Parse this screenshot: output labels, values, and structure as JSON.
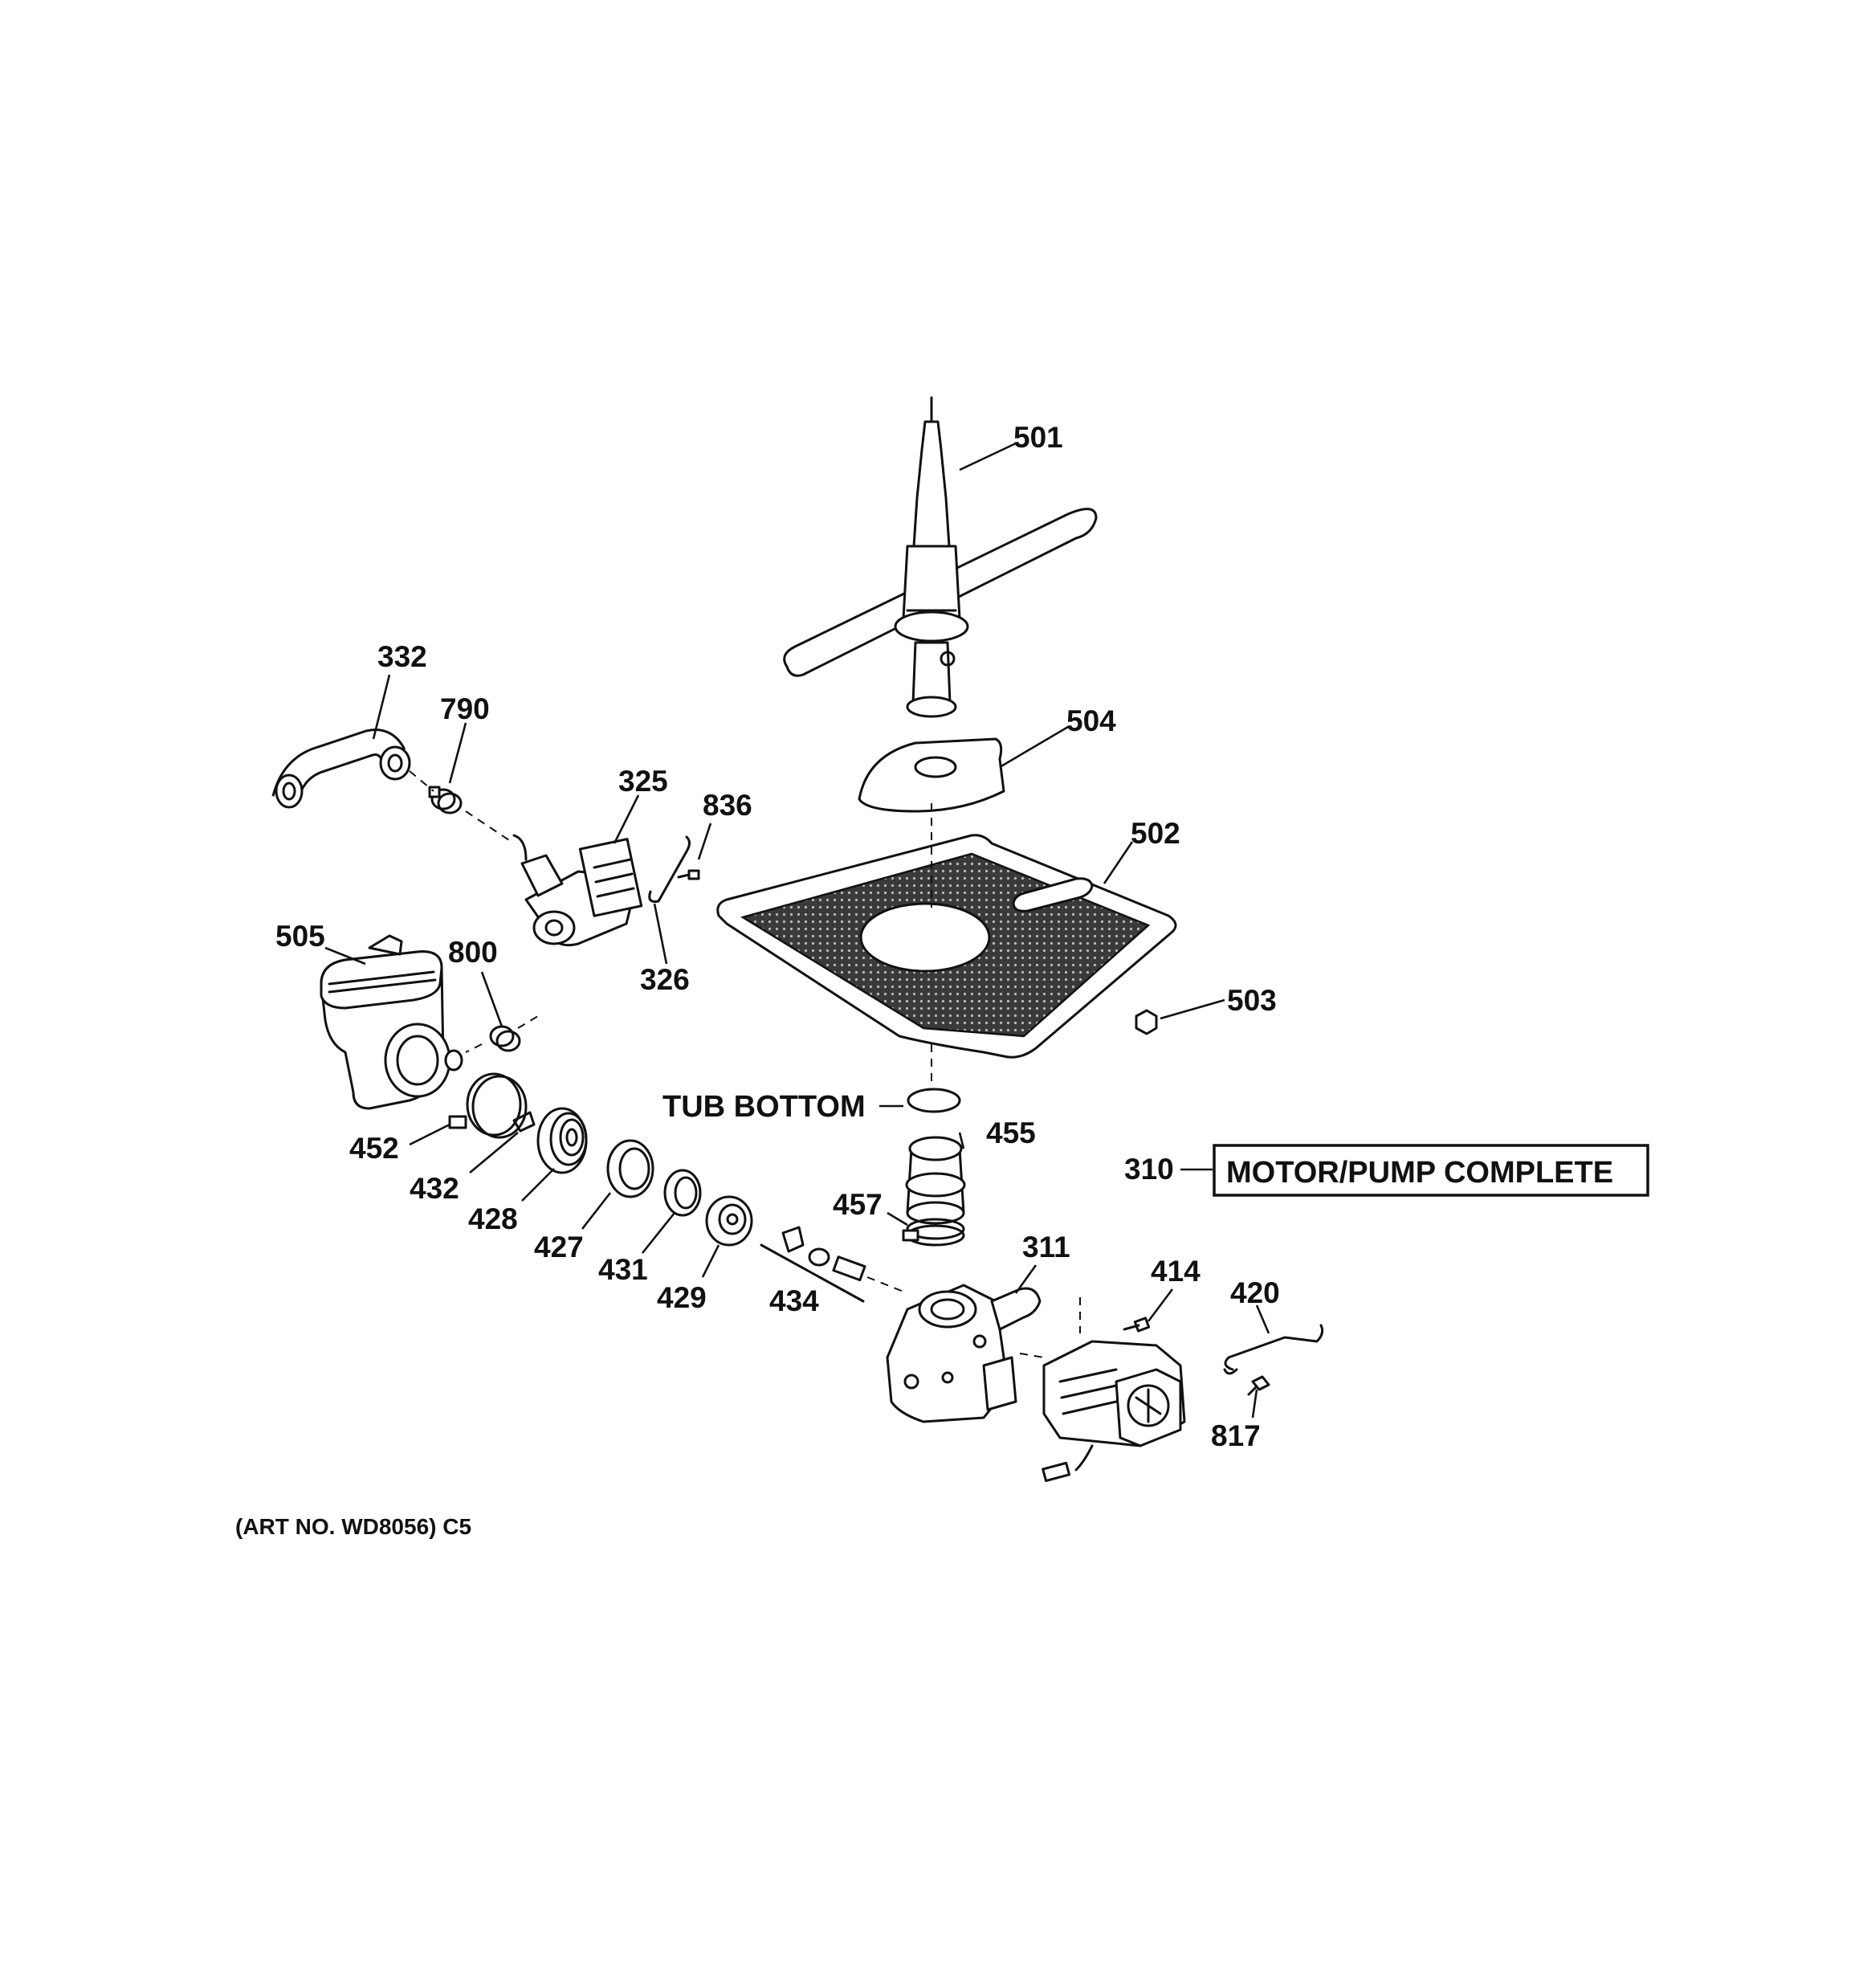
{
  "callouts": {
    "c501": "501",
    "c504": "504",
    "c502": "502",
    "c503": "503",
    "c332": "332",
    "c790": "790",
    "c325": "325",
    "c836": "836",
    "c326": "326",
    "c505": "505",
    "c800": "800",
    "c452": "452",
    "c432": "432",
    "c428": "428",
    "c427": "427",
    "c431": "431",
    "c429": "429",
    "c434": "434",
    "c455": "455",
    "c457": "457",
    "c311": "311",
    "c414": "414",
    "c420": "420",
    "c817": "817",
    "c310": "310"
  },
  "tub_bottom_label": "TUB BOTTOM",
  "motor_pump_label": "MOTOR/PUMP COMPLETE",
  "art_number": "(ART NO. WD8056) C5",
  "colors": {
    "ink": "#111111",
    "background": "#ffffff",
    "screen_fill": "#3a3a3a"
  }
}
